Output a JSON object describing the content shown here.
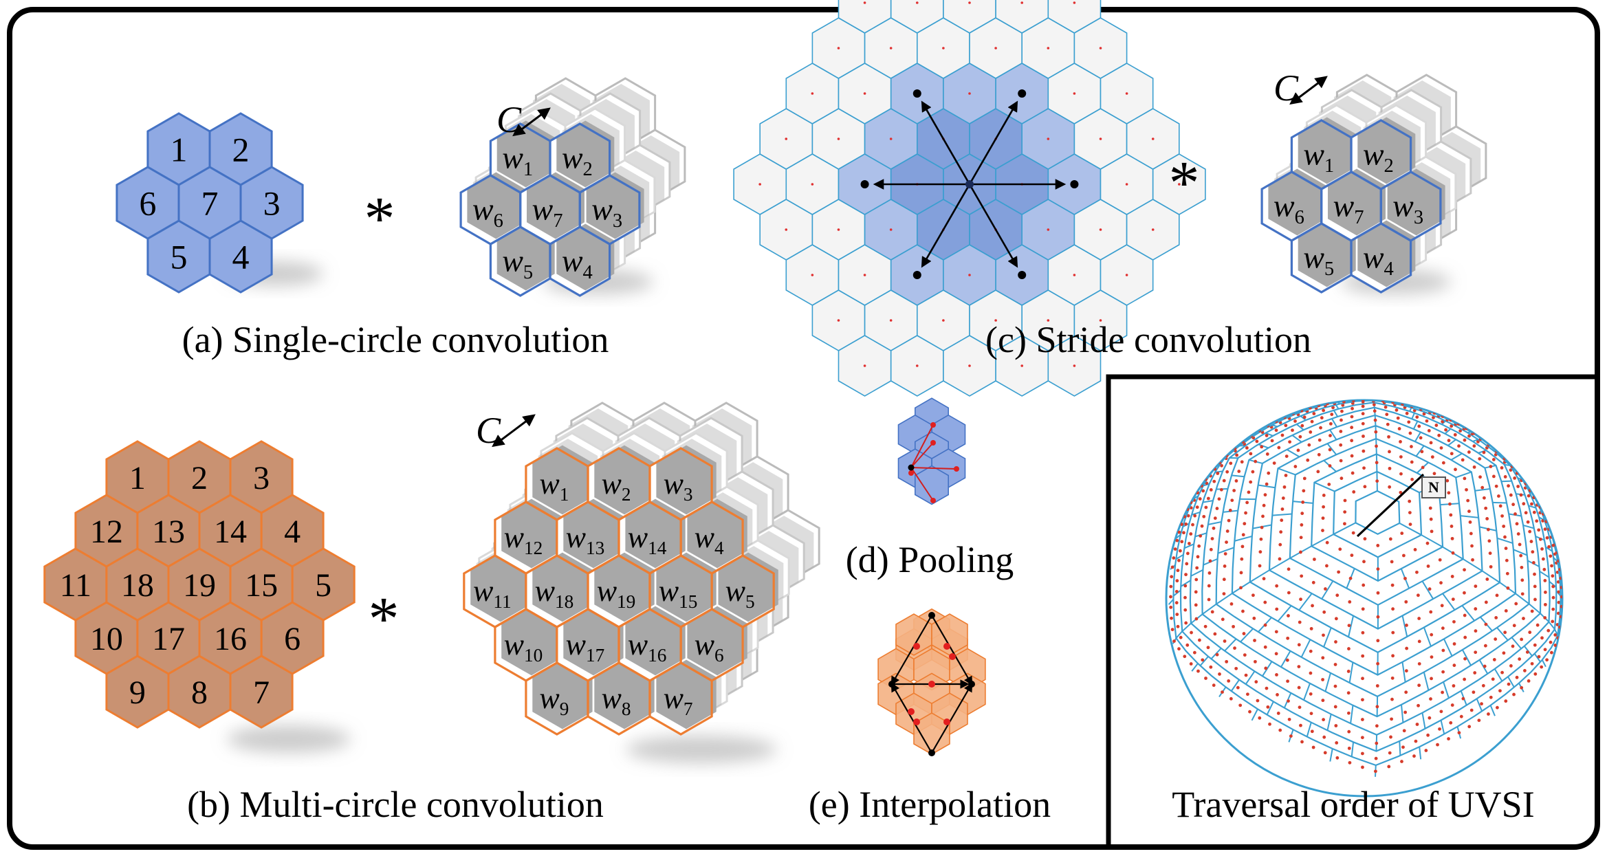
{
  "captions": {
    "a": "(a) Single-circle convolution",
    "b": "(b) Multi-circle convolution",
    "c": "(c) Stride convolution",
    "d": "(d) Pooling",
    "e": "(e) Interpolation",
    "f": "Traversal order of UVSI"
  },
  "operator": "*",
  "channel_label": "C",
  "weight_symbol": "w",
  "panel_a": {
    "cells": [
      "1",
      "2",
      "3",
      "4",
      "5",
      "6",
      "7"
    ],
    "weights": [
      "1",
      "2",
      "3",
      "4",
      "5",
      "6",
      "7"
    ]
  },
  "panel_b": {
    "cells": [
      "1",
      "2",
      "3",
      "4",
      "5",
      "6",
      "7",
      "8",
      "9",
      "10",
      "11",
      "12",
      "13",
      "14",
      "15",
      "16",
      "17",
      "18",
      "19"
    ],
    "weights": [
      "1",
      "2",
      "3",
      "4",
      "5",
      "6",
      "7",
      "8",
      "9",
      "10",
      "11",
      "12",
      "13",
      "14",
      "15",
      "16",
      "17",
      "18",
      "19"
    ]
  },
  "panel_c": {
    "weights": [
      "1",
      "2",
      "3",
      "4",
      "5",
      "6",
      "7"
    ]
  },
  "sphere_marker": "N",
  "colors": {
    "blue_fill": "#8fa9e3",
    "blue_stroke": "#4472c4",
    "orange_fill": "#c99272",
    "orange_stroke": "#ed7d31",
    "kernel_gray": "#a8a8a8",
    "sphere_edge": "#3b9fd0",
    "sphere_dot": "#d63b2a",
    "light_cell": "#f4f4f4",
    "light_cell_stroke": "#3b9fd0"
  }
}
